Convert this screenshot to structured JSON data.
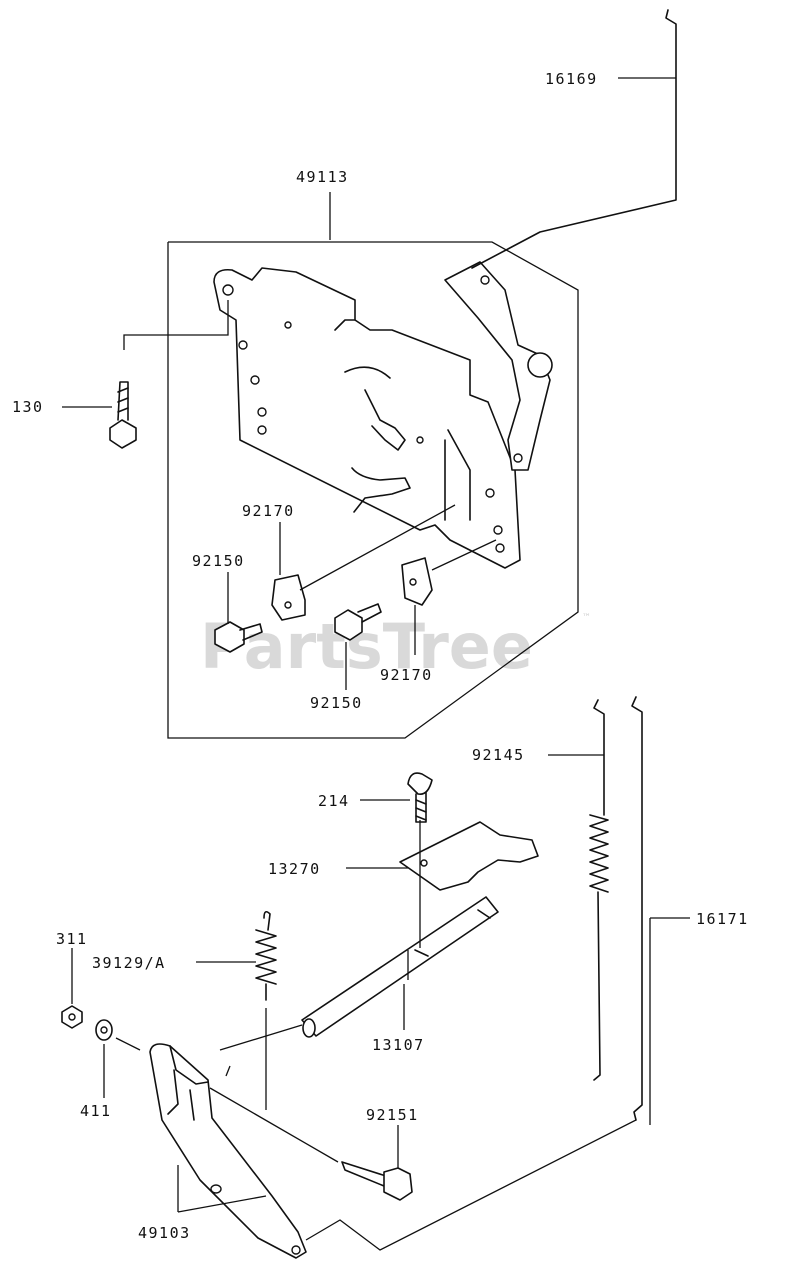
{
  "watermark": {
    "text": "PartsTree",
    "mark": "™"
  },
  "labels": {
    "p16169": "16169",
    "p49113": "49113",
    "p130": "130",
    "p92170_a": "92170",
    "p92150_a": "92150",
    "p92150_b": "92150",
    "p92170_b": "92170",
    "p92145": "92145",
    "p214": "214",
    "p13270": "13270",
    "p16171": "16171",
    "p311": "311",
    "p39129a": "39129/A",
    "p13107": "13107",
    "p411": "411",
    "p92151": "92151",
    "p49103": "49103"
  },
  "colors": {
    "ink": "#111111",
    "watermark": "#d9d9d9",
    "background": "#ffffff"
  }
}
